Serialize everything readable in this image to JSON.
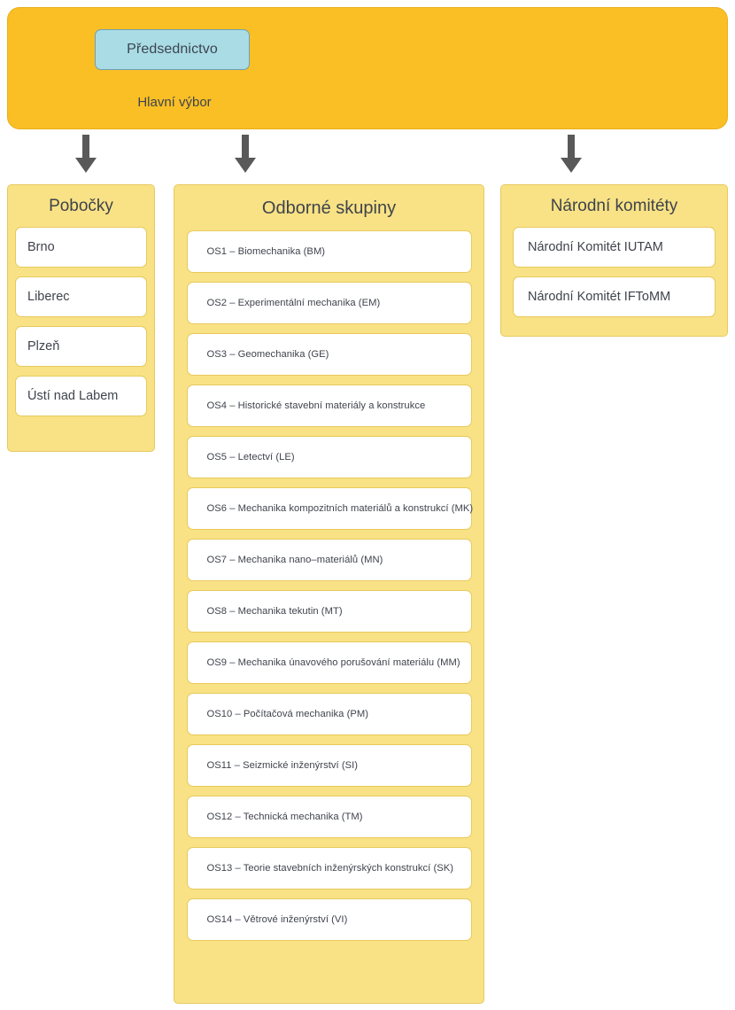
{
  "banner": {
    "presidium_label": "Předsednictvo",
    "main_committee_label": "Hlavní výbor",
    "fill_color": "#fabf24",
    "border_color": "#e9ae1b",
    "presidium_fill_color": "#a9dce5",
    "presidium_border_color": "#6f9fb5"
  },
  "arrows": {
    "color": "#595959",
    "count": 3,
    "names": [
      "arrow-to-branches",
      "arrow-to-groups",
      "arrow-to-committees"
    ]
  },
  "columns": {
    "panel_fill_color": "#f8e285",
    "panel_border_color": "#e7ca5e",
    "card_fill_color": "#ffffff",
    "card_border_color": "#e8c95c",
    "text_color": "#3f434c",
    "branches": {
      "title": "Pobočky",
      "items": [
        {
          "label": "Brno"
        },
        {
          "label": "Liberec"
        },
        {
          "label": "Plzeň"
        },
        {
          "label": "Ústí nad Labem"
        }
      ]
    },
    "groups": {
      "title": "Odborné skupiny",
      "items": [
        {
          "label": "OS1 – Biomechanika (BM)"
        },
        {
          "label": "OS2 – Experimentální mechanika (EM)"
        },
        {
          "label": "OS3 – Geomechanika (GE)"
        },
        {
          "label": "OS4 – Historické stavební materiály a konstrukce"
        },
        {
          "label": " OS5 – Letectví (LE)"
        },
        {
          "label": "OS6 – Mechanika kompozitních materiálů a konstrukcí (MK)"
        },
        {
          "label": "OS7 – Mechanika nano–materiálů (MN)"
        },
        {
          "label": "OS8 – Mechanika tekutin (MT)"
        },
        {
          "label": "OS9 – Mechanika únavového porušování materiálu (MM)"
        },
        {
          "label": "OS10 – Počítačová mechanika (PM)"
        },
        {
          "label": "OS11 – Seizmické inženýrství (SI)"
        },
        {
          "label": "OS12 – Technická mechanika (TM)"
        },
        {
          "label": "OS13 – Teorie stavebních inženýrských konstrukcí (SK)"
        },
        {
          "label": " OS14 – Větrové inženýrství (VI)"
        }
      ]
    },
    "committees": {
      "title": "Národní komitéty",
      "items": [
        {
          "label": "Národní Komitét IUTAM"
        },
        {
          "label": "Národní Komitét IFToMM"
        }
      ]
    }
  }
}
